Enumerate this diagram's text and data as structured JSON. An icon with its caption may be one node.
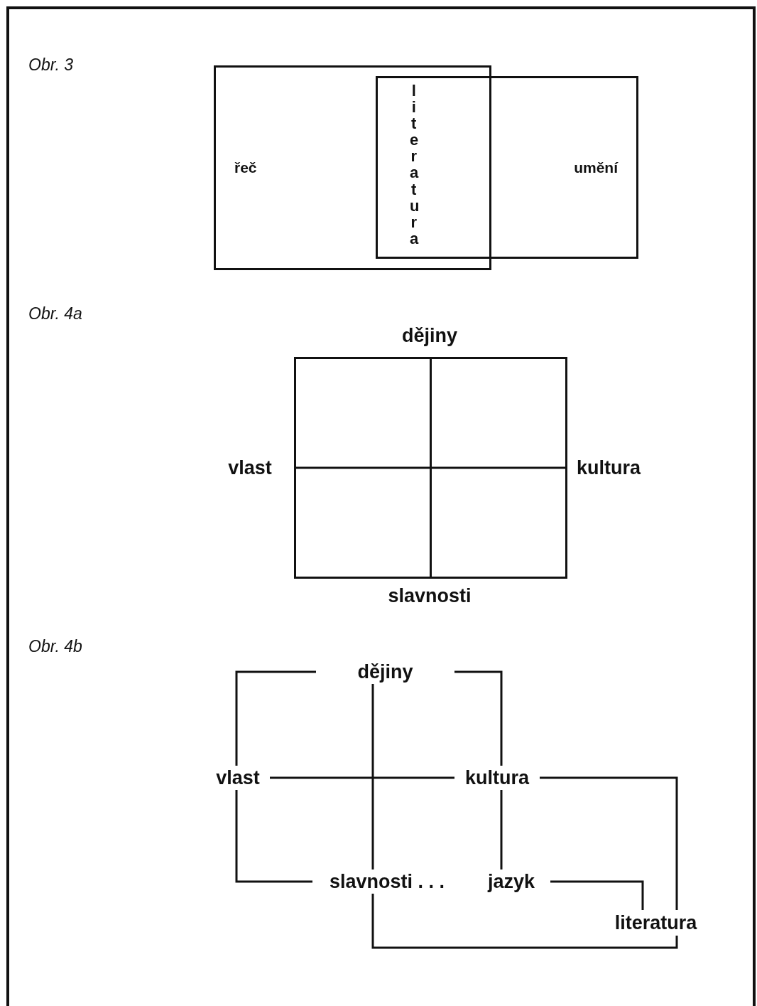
{
  "diagram": {
    "nodes": [
      {
        "text": [
          "řeč"
        ]
      },
      {
        "text": [
          "umění"
        ]
      },
      {
        "text": [],
        "shape": "box",
        "beside": [
          "dějiny",
          "vlast",
          "kultura",
          "slavnosti"
        ]
      },
      {
        "text": [
          "dějiny"
        ]
      },
      {
        "text": [
          "vlast"
        ]
      },
      {
        "text": [
          "kultura"
        ]
      },
      {
        "text": [
          "slavnosti . . ."
        ]
      },
      {
        "text": [
          "jazyk"
        ]
      },
      {
        "text": [
          "literatura"
        ]
      }
    ],
    "edges": [
      {
        "from": 3,
        "to": 4,
        "arrow": "none"
      },
      {
        "from": 3,
        "to": 5,
        "arrow": "none"
      },
      {
        "from": 3,
        "to": 6,
        "arrow": "none"
      },
      {
        "from": 4,
        "to": 5,
        "arrow": "none"
      },
      {
        "from": 4,
        "to": 6,
        "arrow": "none"
      },
      {
        "from": 5,
        "to": 7,
        "arrow": "none"
      },
      {
        "from": 5,
        "to": 8,
        "arrow": "none"
      },
      {
        "from": 7,
        "to": 8,
        "arrow": "none"
      },
      {
        "from": 6,
        "to": 8,
        "arrow": "none"
      }
    ],
    "labels": [
      "Obr. 3",
      "literatura",
      "Obr. 4a",
      "Obr. 4b"
    ]
  }
}
